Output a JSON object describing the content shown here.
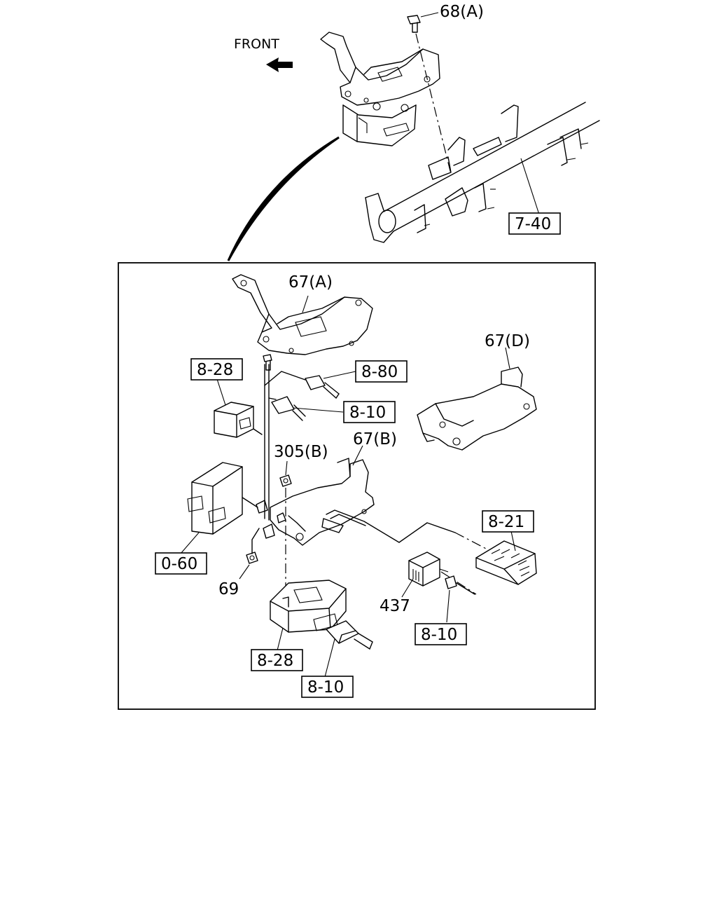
{
  "orientation_label": "FRONT",
  "callouts": {
    "bolt_68a": "68(A)",
    "pipe_7_40": "7-40",
    "bracket_67a": "67(A)",
    "bracket_67d": "67(D)",
    "bracket_67b": "67(B)",
    "nut_305b": "305(B)",
    "ref_8_28_top": "8-28",
    "ref_8_80": "8-80",
    "ref_8_10_upper": "8-10",
    "ref_8_21": "8-21",
    "ref_0_60": "0-60",
    "nut_69": "69",
    "relay_437": "437",
    "ref_8_10_right": "8-10",
    "ref_8_28_bottom": "8-28",
    "ref_8_10_bottom": "8-10"
  }
}
